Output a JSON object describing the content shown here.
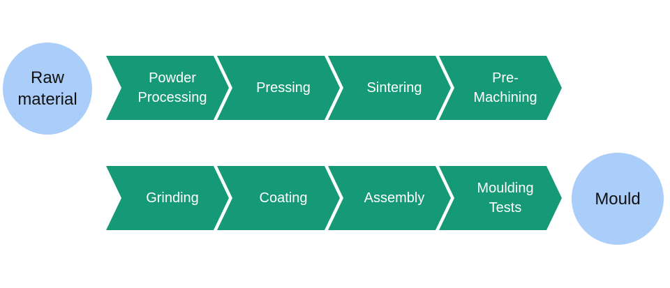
{
  "start_node": {
    "label": "Raw\nmaterial"
  },
  "end_node": {
    "label": "Mould"
  },
  "row1_steps": [
    {
      "label": "Powder\nProcessing"
    },
    {
      "label": "Pressing"
    },
    {
      "label": "Sintering"
    },
    {
      "label": "Pre-\nMachining"
    }
  ],
  "row2_steps": [
    {
      "label": "Grinding"
    },
    {
      "label": "Coating"
    },
    {
      "label": "Assembly"
    },
    {
      "label": "Moulding\nTests"
    }
  ],
  "colors": {
    "step_fill": "#159977",
    "node_fill": "#aacdfa",
    "step_text": "#ffffff",
    "node_text": "#111111"
  }
}
